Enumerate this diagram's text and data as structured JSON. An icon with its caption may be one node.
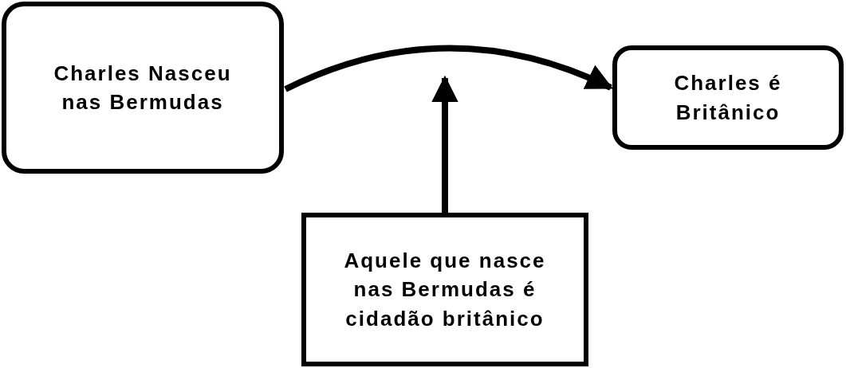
{
  "diagram": {
    "nodes": [
      {
        "text": [
          "Charles Nasceu nas Bermudas"
        ]
      },
      {
        "text": [
          "Charles é Britânico"
        ]
      },
      {
        "text": [
          "Aquele que nasce nas Bermudas é cidadão britânico"
        ]
      }
    ],
    "edges": [
      {
        "from": 0,
        "to": 1,
        "arrow": "to"
      },
      {
        "from": 2,
        "to": null,
        "arrow": "to"
      }
    ]
  }
}
